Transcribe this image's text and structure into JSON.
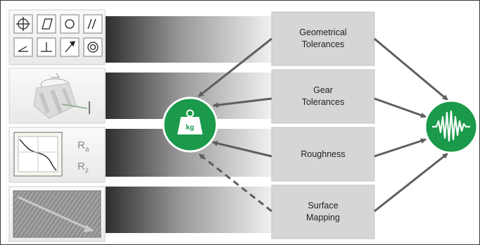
{
  "boxes": {
    "geometrical": "Geometrical\nTolerances",
    "gear": "Gear\nTolerances",
    "roughness": "Roughness",
    "surface": "Surface\nMapping"
  },
  "roughness_params": {
    "ra_main": "R",
    "ra_sub": "a",
    "rz_main": "R",
    "rz_sub": "z"
  },
  "weight_label": "kg",
  "icons": [
    "position-icon",
    "flatness-icon",
    "circularity-icon",
    "parallelism-icon",
    "angularity-icon",
    "perpendicularity-icon",
    "runout-icon",
    "concentricity-icon",
    "weight-icon",
    "vibration-signal-icon"
  ],
  "colors": {
    "accent_green": "#1a9a4a",
    "box_gray": "#d6d6d6",
    "arrow_gray": "#5f5f5f"
  }
}
